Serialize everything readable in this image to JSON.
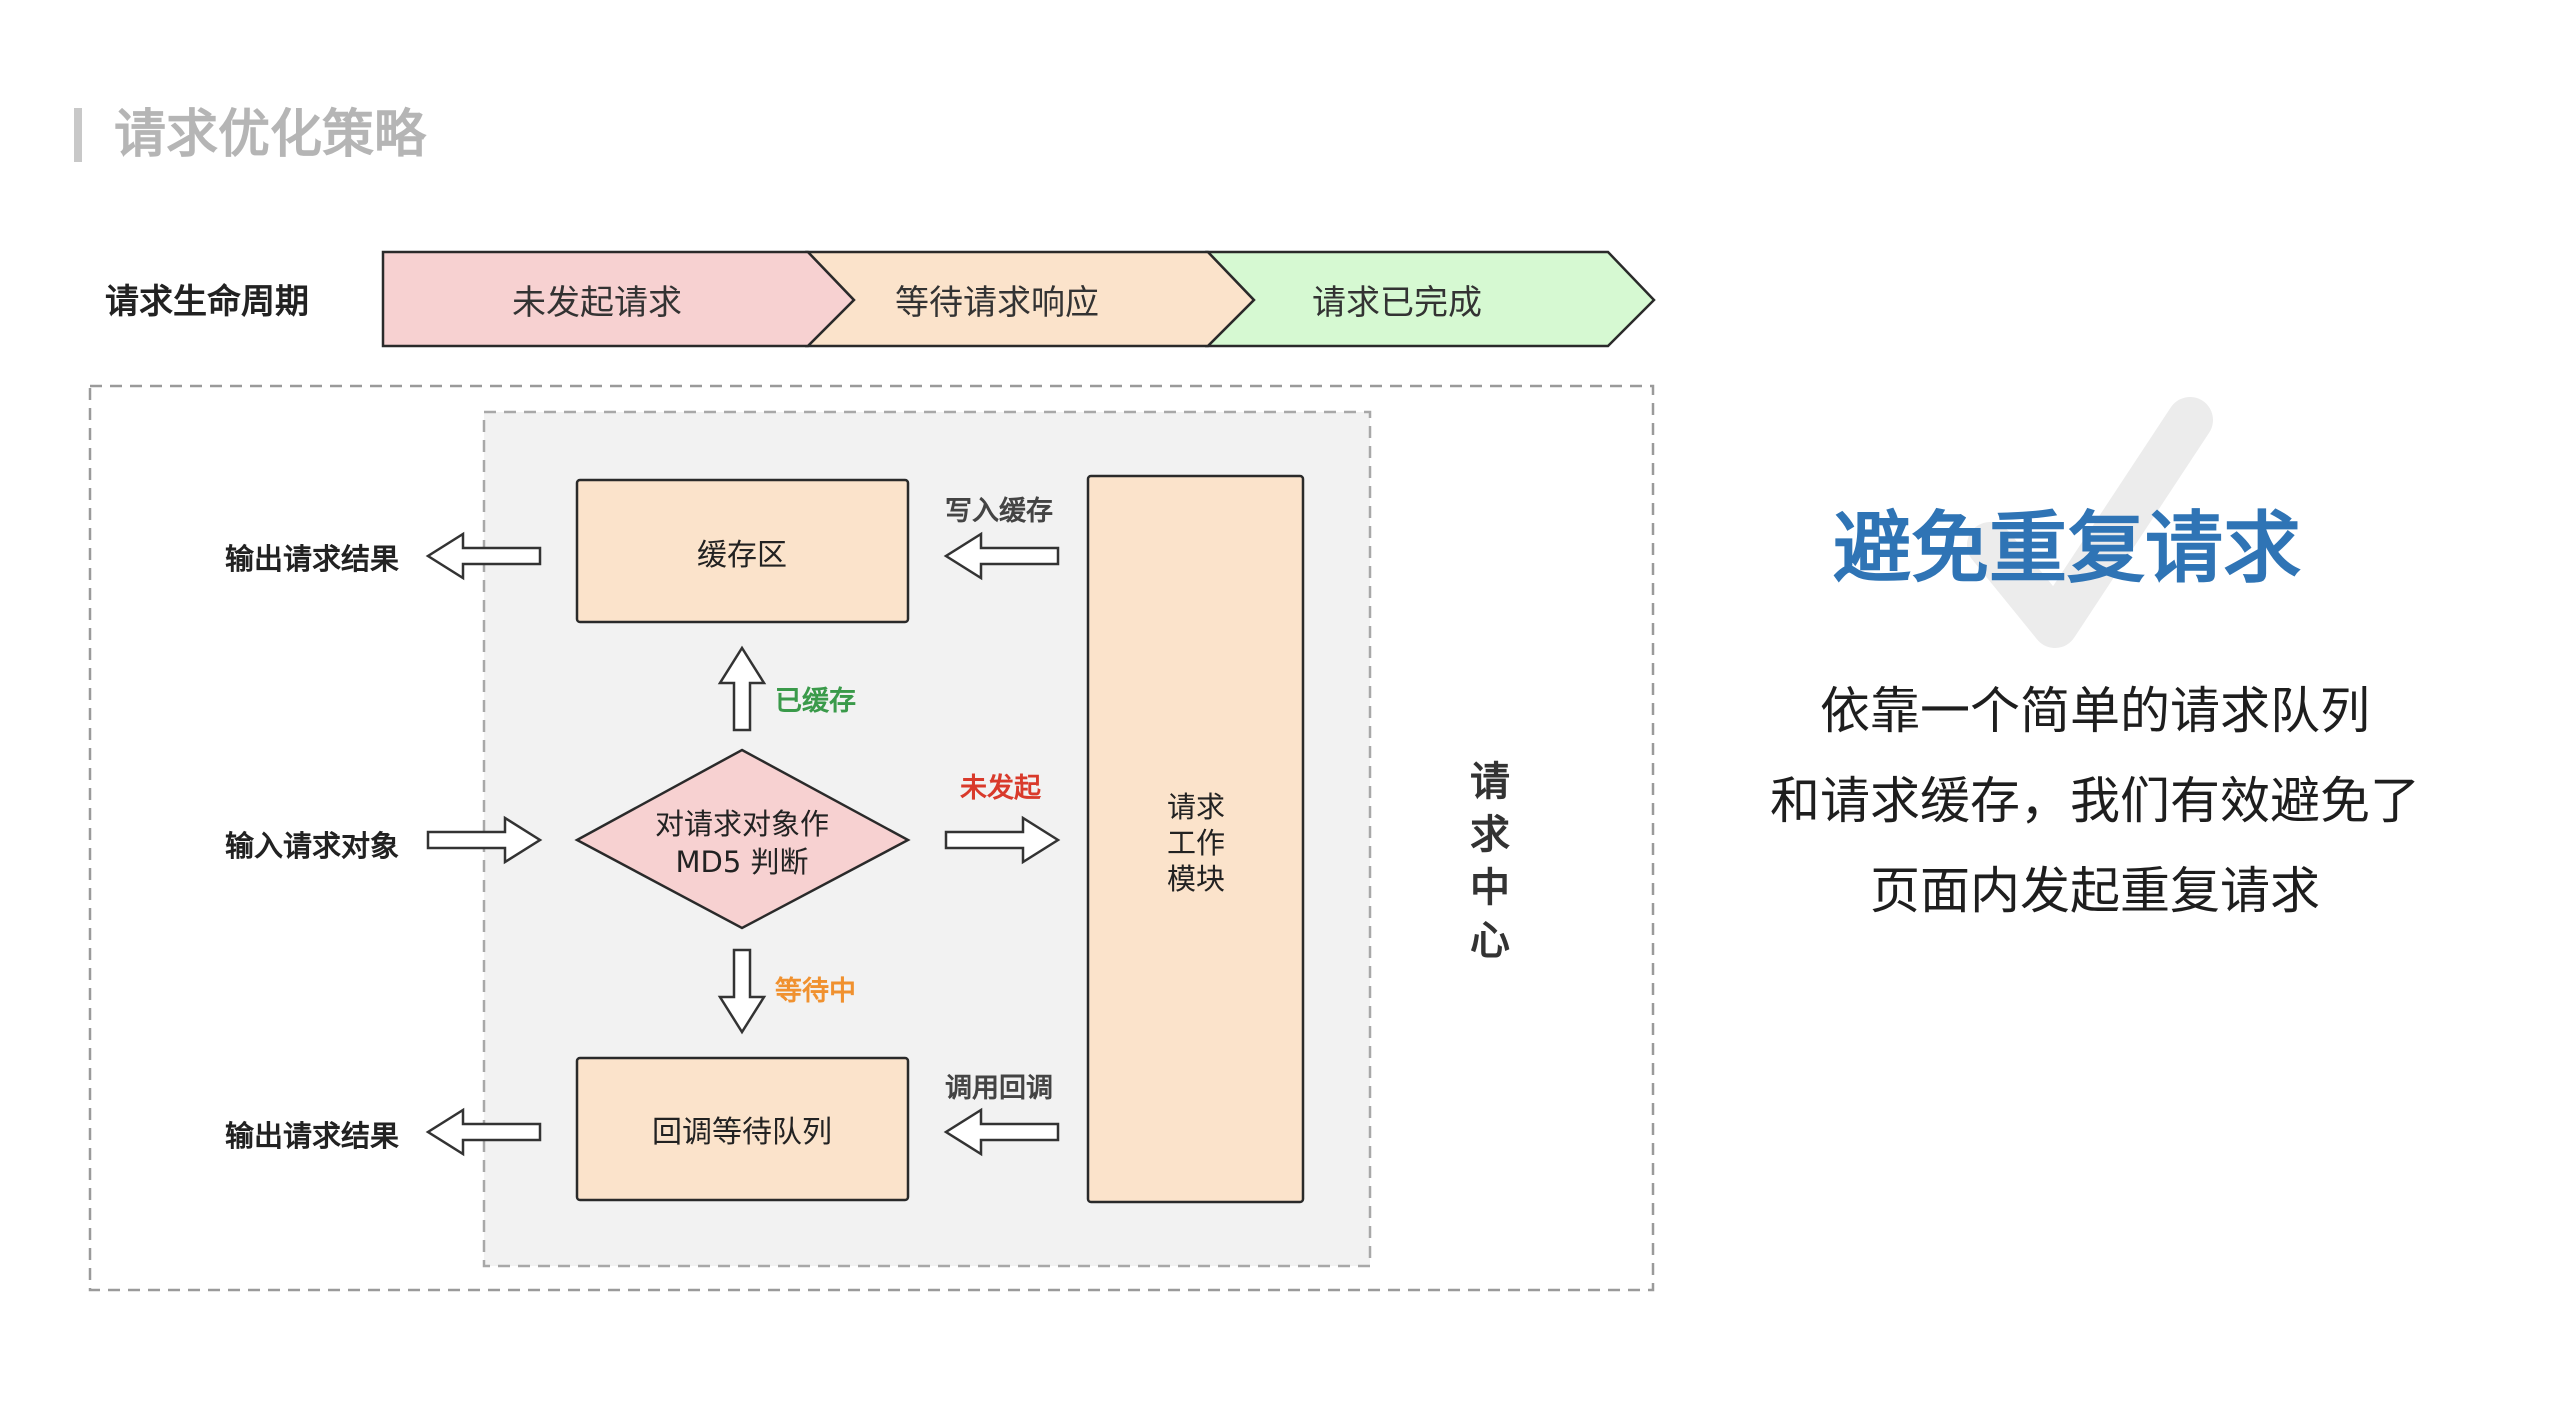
{
  "page": {
    "section_title": "请求优化策略"
  },
  "lifecycle": {
    "label": "请求生命周期",
    "stages": [
      {
        "label": "未发起请求",
        "color": "#f7d1d1"
      },
      {
        "label": "等待请求响应",
        "color": "#fbe3cb"
      },
      {
        "label": "请求已完成",
        "color": "#d6f9d2"
      }
    ]
  },
  "diagram": {
    "cache_box": "缓存区",
    "diamond_line1": "对请求对象作",
    "diamond_line2": "MD5 判断",
    "queue_box": "回调等待队列",
    "worker_line1": "请求",
    "worker_line2": "工作",
    "worker_line3": "模块",
    "center_label_chars": [
      "请",
      "求",
      "中",
      "心"
    ],
    "output_top": "输出请求结果",
    "input_label": "输入请求对象",
    "output_bottom": "输出请求结果",
    "write_cache": "写入缓存",
    "cached": "已缓存",
    "not_started": "未发起",
    "waiting": "等待中",
    "callback": "调用回调",
    "colors": {
      "box_fill": "#fbe3cb",
      "diamond_fill": "#f7d1d1",
      "cached_text": "#3a9a4a",
      "not_started_text": "#d93a2b",
      "waiting_text": "#f0912f"
    }
  },
  "panel": {
    "title": "避免重复请求",
    "desc_lines": [
      "依靠一个简单的请求队列",
      "和请求缓存，我们有效避免了",
      "页面内发起重复请求"
    ],
    "title_color": "#2f74b5"
  }
}
